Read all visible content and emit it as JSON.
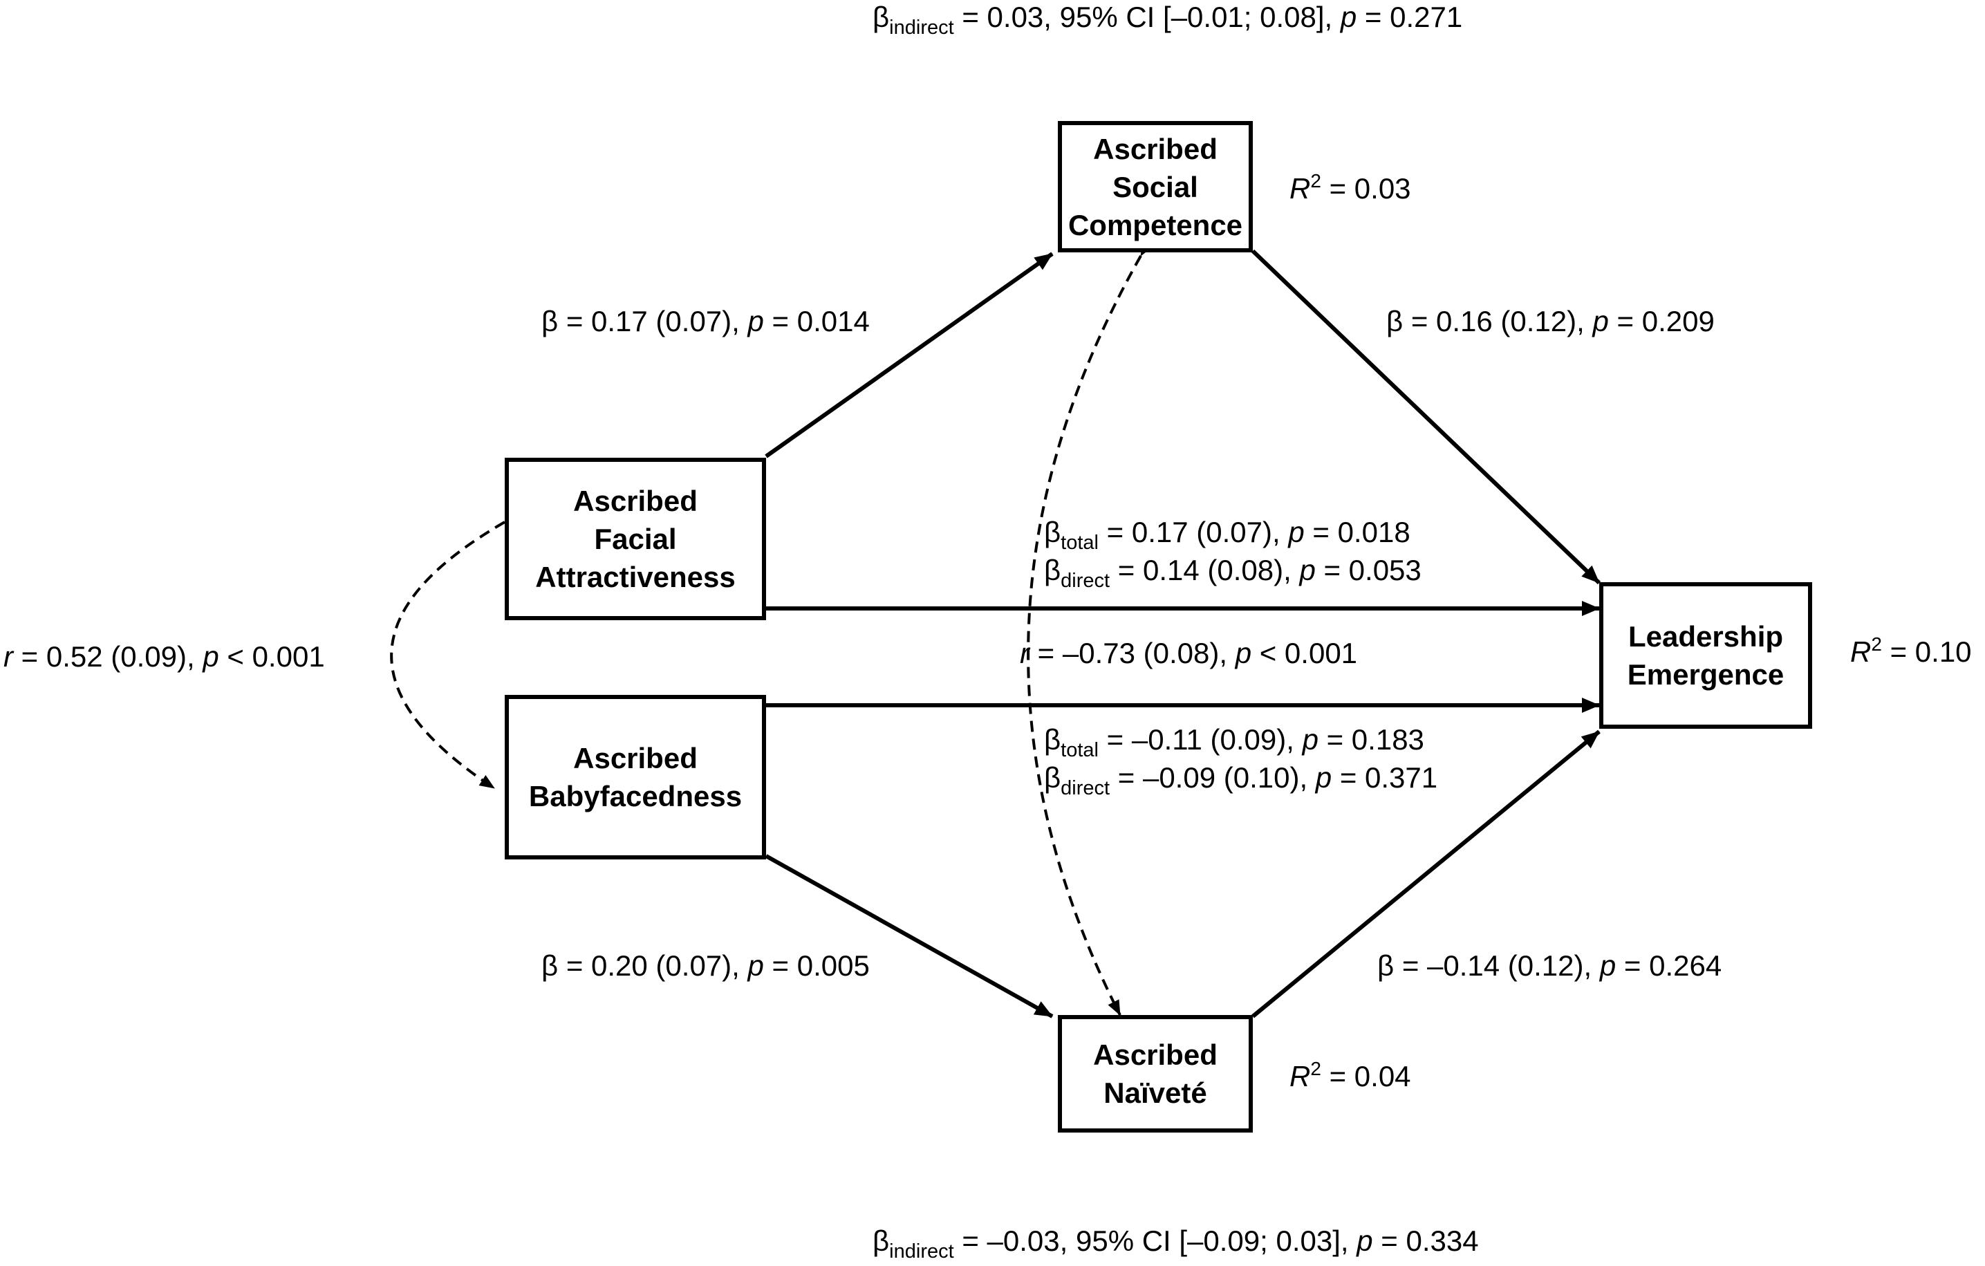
{
  "nodes": {
    "attractiveness": {
      "line1": "Ascribed",
      "line2": "Facial",
      "line3": "Attractiveness"
    },
    "babyface": {
      "line1": "Ascribed",
      "line2": "Babyfacedness"
    },
    "social": {
      "line1": "Ascribed",
      "line2": "Social",
      "line3": "Competence"
    },
    "naivete": {
      "line1": "Ascribed",
      "line2": "Naïveté"
    },
    "leadership": {
      "line1": "Leadership",
      "line2": "Emergence"
    }
  },
  "labels": {
    "indirect_top": {
      "beta": "β",
      "sub": "indirect",
      "rest": " = 0.03, 95% CI [–0.01; 0.08], ",
      "p": "p",
      "pval": " = 0.271"
    },
    "indirect_bottom": {
      "beta": "β",
      "sub": "indirect",
      "rest": " = –0.03, 95% CI [–0.09; 0.03], ",
      "p": "p",
      "pval": " = 0.334"
    },
    "r2_social": {
      "r": "R",
      "sup": "2",
      "rest": " = 0.03"
    },
    "r2_naivete": {
      "r": "R",
      "sup": "2",
      "rest": " = 0.04"
    },
    "r2_leadership": {
      "r": "R",
      "sup": "2",
      "rest": " = 0.10"
    },
    "a_attr_social": {
      "text": "β = 0.17 (0.07), ",
      "p": "p",
      "pval": " = 0.014"
    },
    "b_social_lead": {
      "text": "β = 0.16 (0.12), ",
      "p": "p",
      "pval": " = 0.209"
    },
    "a_baby_naive": {
      "text": "β = 0.20 (0.07), ",
      "p": "p",
      "pval": " = 0.005"
    },
    "b_naive_lead": {
      "text": "β = –0.14 (0.12), ",
      "p": "p",
      "pval": " = 0.264"
    },
    "total_attr": {
      "beta": "β",
      "sub": "total",
      "rest": " = 0.17 (0.07), ",
      "p": "p",
      "pval": " = 0.018"
    },
    "direct_attr": {
      "beta": "β",
      "sub": "direct",
      "rest": " = 0.14 (0.08), ",
      "p": "p",
      "pval": " = 0.053"
    },
    "total_baby": {
      "beta": "β",
      "sub": "total",
      "rest": " = –0.11 (0.09), ",
      "p": "p",
      "pval": " = 0.183"
    },
    "direct_baby": {
      "beta": "β",
      "sub": "direct",
      "rest": " = –0.09 (0.10), ",
      "p": "p",
      "pval": " = 0.371"
    },
    "r_mediators": {
      "r": "r",
      "rest": " = –0.73 (0.08), ",
      "p": "p",
      "pval": " < 0.001"
    },
    "r_predictors": {
      "r": "r",
      "rest": " = 0.52 (0.09), ",
      "p": "p",
      "pval": " < 0.001"
    }
  },
  "colors": {
    "line": "#000000",
    "background": "#ffffff"
  }
}
